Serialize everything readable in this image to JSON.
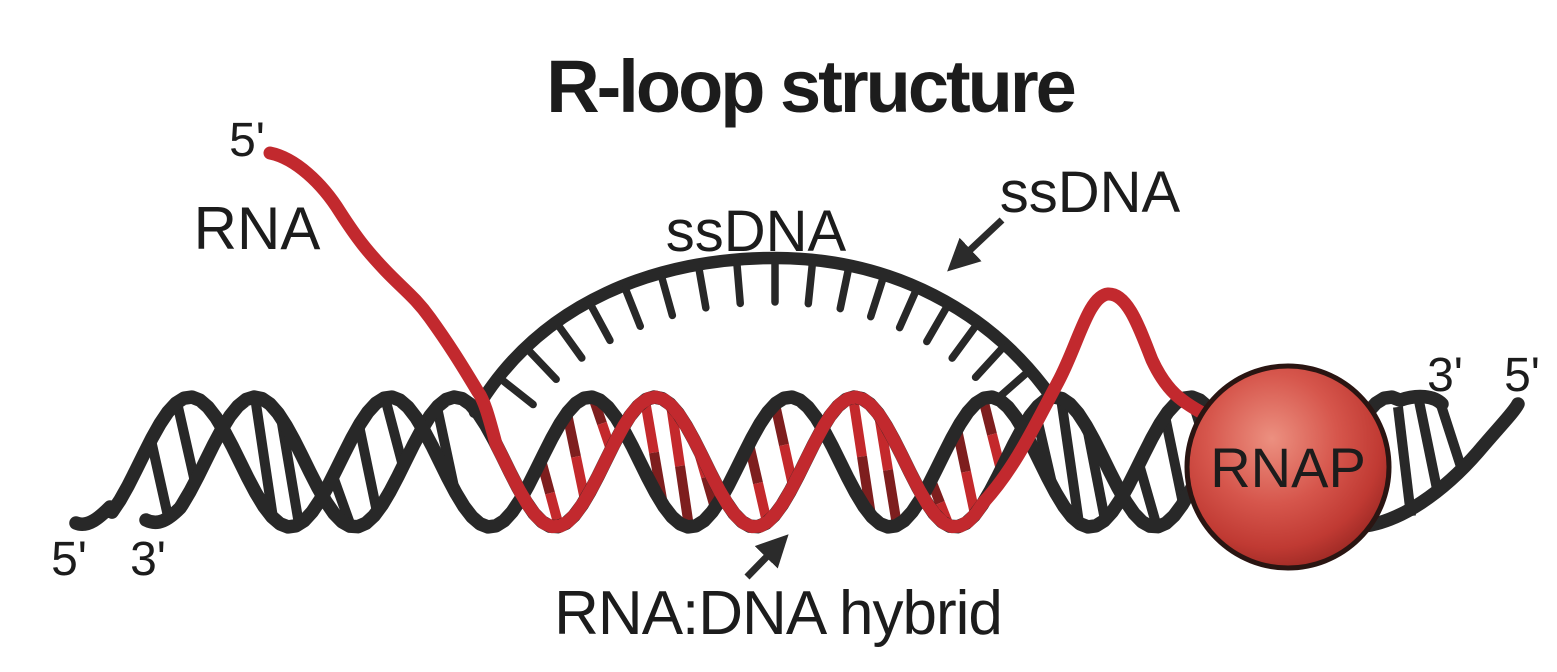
{
  "title": "R-loop structure",
  "labels": {
    "rna_five_prime": "5'",
    "rna": "RNA",
    "ssdna_loop": "ssDNA",
    "ssdna_pointer": "ssDNA",
    "bottom_left_five_prime": "5'",
    "bottom_left_three_prime": "3'",
    "right_three_prime": "3'",
    "right_five_prime": "5'",
    "rnap": "RNAP",
    "hybrid": "RNA:DNA hybrid"
  },
  "colors": {
    "background": "#FFFFFF",
    "text": "#1C1C1C",
    "dna_strand": "#282828",
    "rna_strand": "#C2292E",
    "hybrid_rung_bright": "#C4292C",
    "hybrid_rung_dark": "#7E1E1E",
    "arrow": "#2B2B2B",
    "rnap_gradient": [
      "#EC9080",
      "#D6564C",
      "#C03A33",
      "#8F221E"
    ],
    "rnap_outline": "#2A1512"
  }
}
